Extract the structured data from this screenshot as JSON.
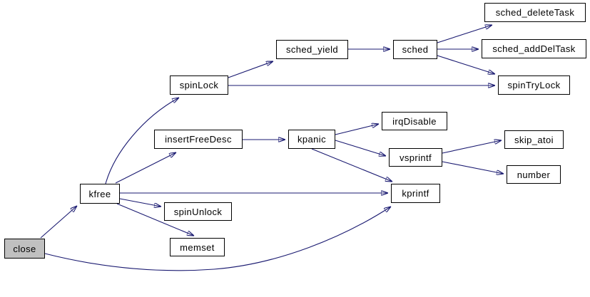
{
  "graph": {
    "kind": "call-graph",
    "colors": {
      "edge": "#191970",
      "node_border": "#000000",
      "node_fill": "#ffffff",
      "root_node_fill": "#c0c0c0",
      "text": "#000000",
      "background": "#ffffff"
    },
    "nodes": {
      "close": {
        "label": "close",
        "root": true
      },
      "kfree": {
        "label": "kfree"
      },
      "spinLock": {
        "label": "spinLock"
      },
      "insertFreeDesc": {
        "label": "insertFreeDesc"
      },
      "spinUnlock": {
        "label": "spinUnlock"
      },
      "memset": {
        "label": "memset"
      },
      "sched_yield": {
        "label": "sched_yield"
      },
      "sched": {
        "label": "sched"
      },
      "sched_deleteTask": {
        "label": "sched_deleteTask"
      },
      "sched_addDelTask": {
        "label": "sched_addDelTask"
      },
      "spinTryLock": {
        "label": "spinTryLock"
      },
      "kpanic": {
        "label": "kpanic"
      },
      "irqDisable": {
        "label": "irqDisable"
      },
      "vsprintf": {
        "label": "vsprintf"
      },
      "skip_atoi": {
        "label": "skip_atoi"
      },
      "number": {
        "label": "number"
      },
      "kprintf": {
        "label": "kprintf"
      }
    },
    "edges": [
      {
        "from": "close",
        "to": "kfree"
      },
      {
        "from": "close",
        "to": "kprintf"
      },
      {
        "from": "kfree",
        "to": "spinLock"
      },
      {
        "from": "kfree",
        "to": "insertFreeDesc"
      },
      {
        "from": "kfree",
        "to": "kprintf"
      },
      {
        "from": "kfree",
        "to": "spinUnlock"
      },
      {
        "from": "kfree",
        "to": "memset"
      },
      {
        "from": "spinLock",
        "to": "sched_yield"
      },
      {
        "from": "spinLock",
        "to": "spinTryLock"
      },
      {
        "from": "sched_yield",
        "to": "sched"
      },
      {
        "from": "sched",
        "to": "sched_deleteTask"
      },
      {
        "from": "sched",
        "to": "sched_addDelTask"
      },
      {
        "from": "sched",
        "to": "spinTryLock"
      },
      {
        "from": "insertFreeDesc",
        "to": "kpanic"
      },
      {
        "from": "kpanic",
        "to": "irqDisable"
      },
      {
        "from": "kpanic",
        "to": "vsprintf"
      },
      {
        "from": "kpanic",
        "to": "kprintf"
      },
      {
        "from": "vsprintf",
        "to": "skip_atoi"
      },
      {
        "from": "vsprintf",
        "to": "number"
      }
    ]
  }
}
